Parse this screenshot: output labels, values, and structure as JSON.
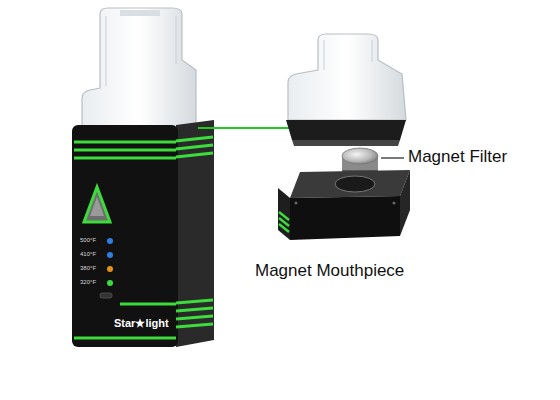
{
  "diagram": {
    "labels": [
      "500°F",
      "410°F",
      "380°F",
      "320°F",
      "Star★light",
      "Magnet Filter",
      "Magnet Mouthpiece"
    ]
  }
}
